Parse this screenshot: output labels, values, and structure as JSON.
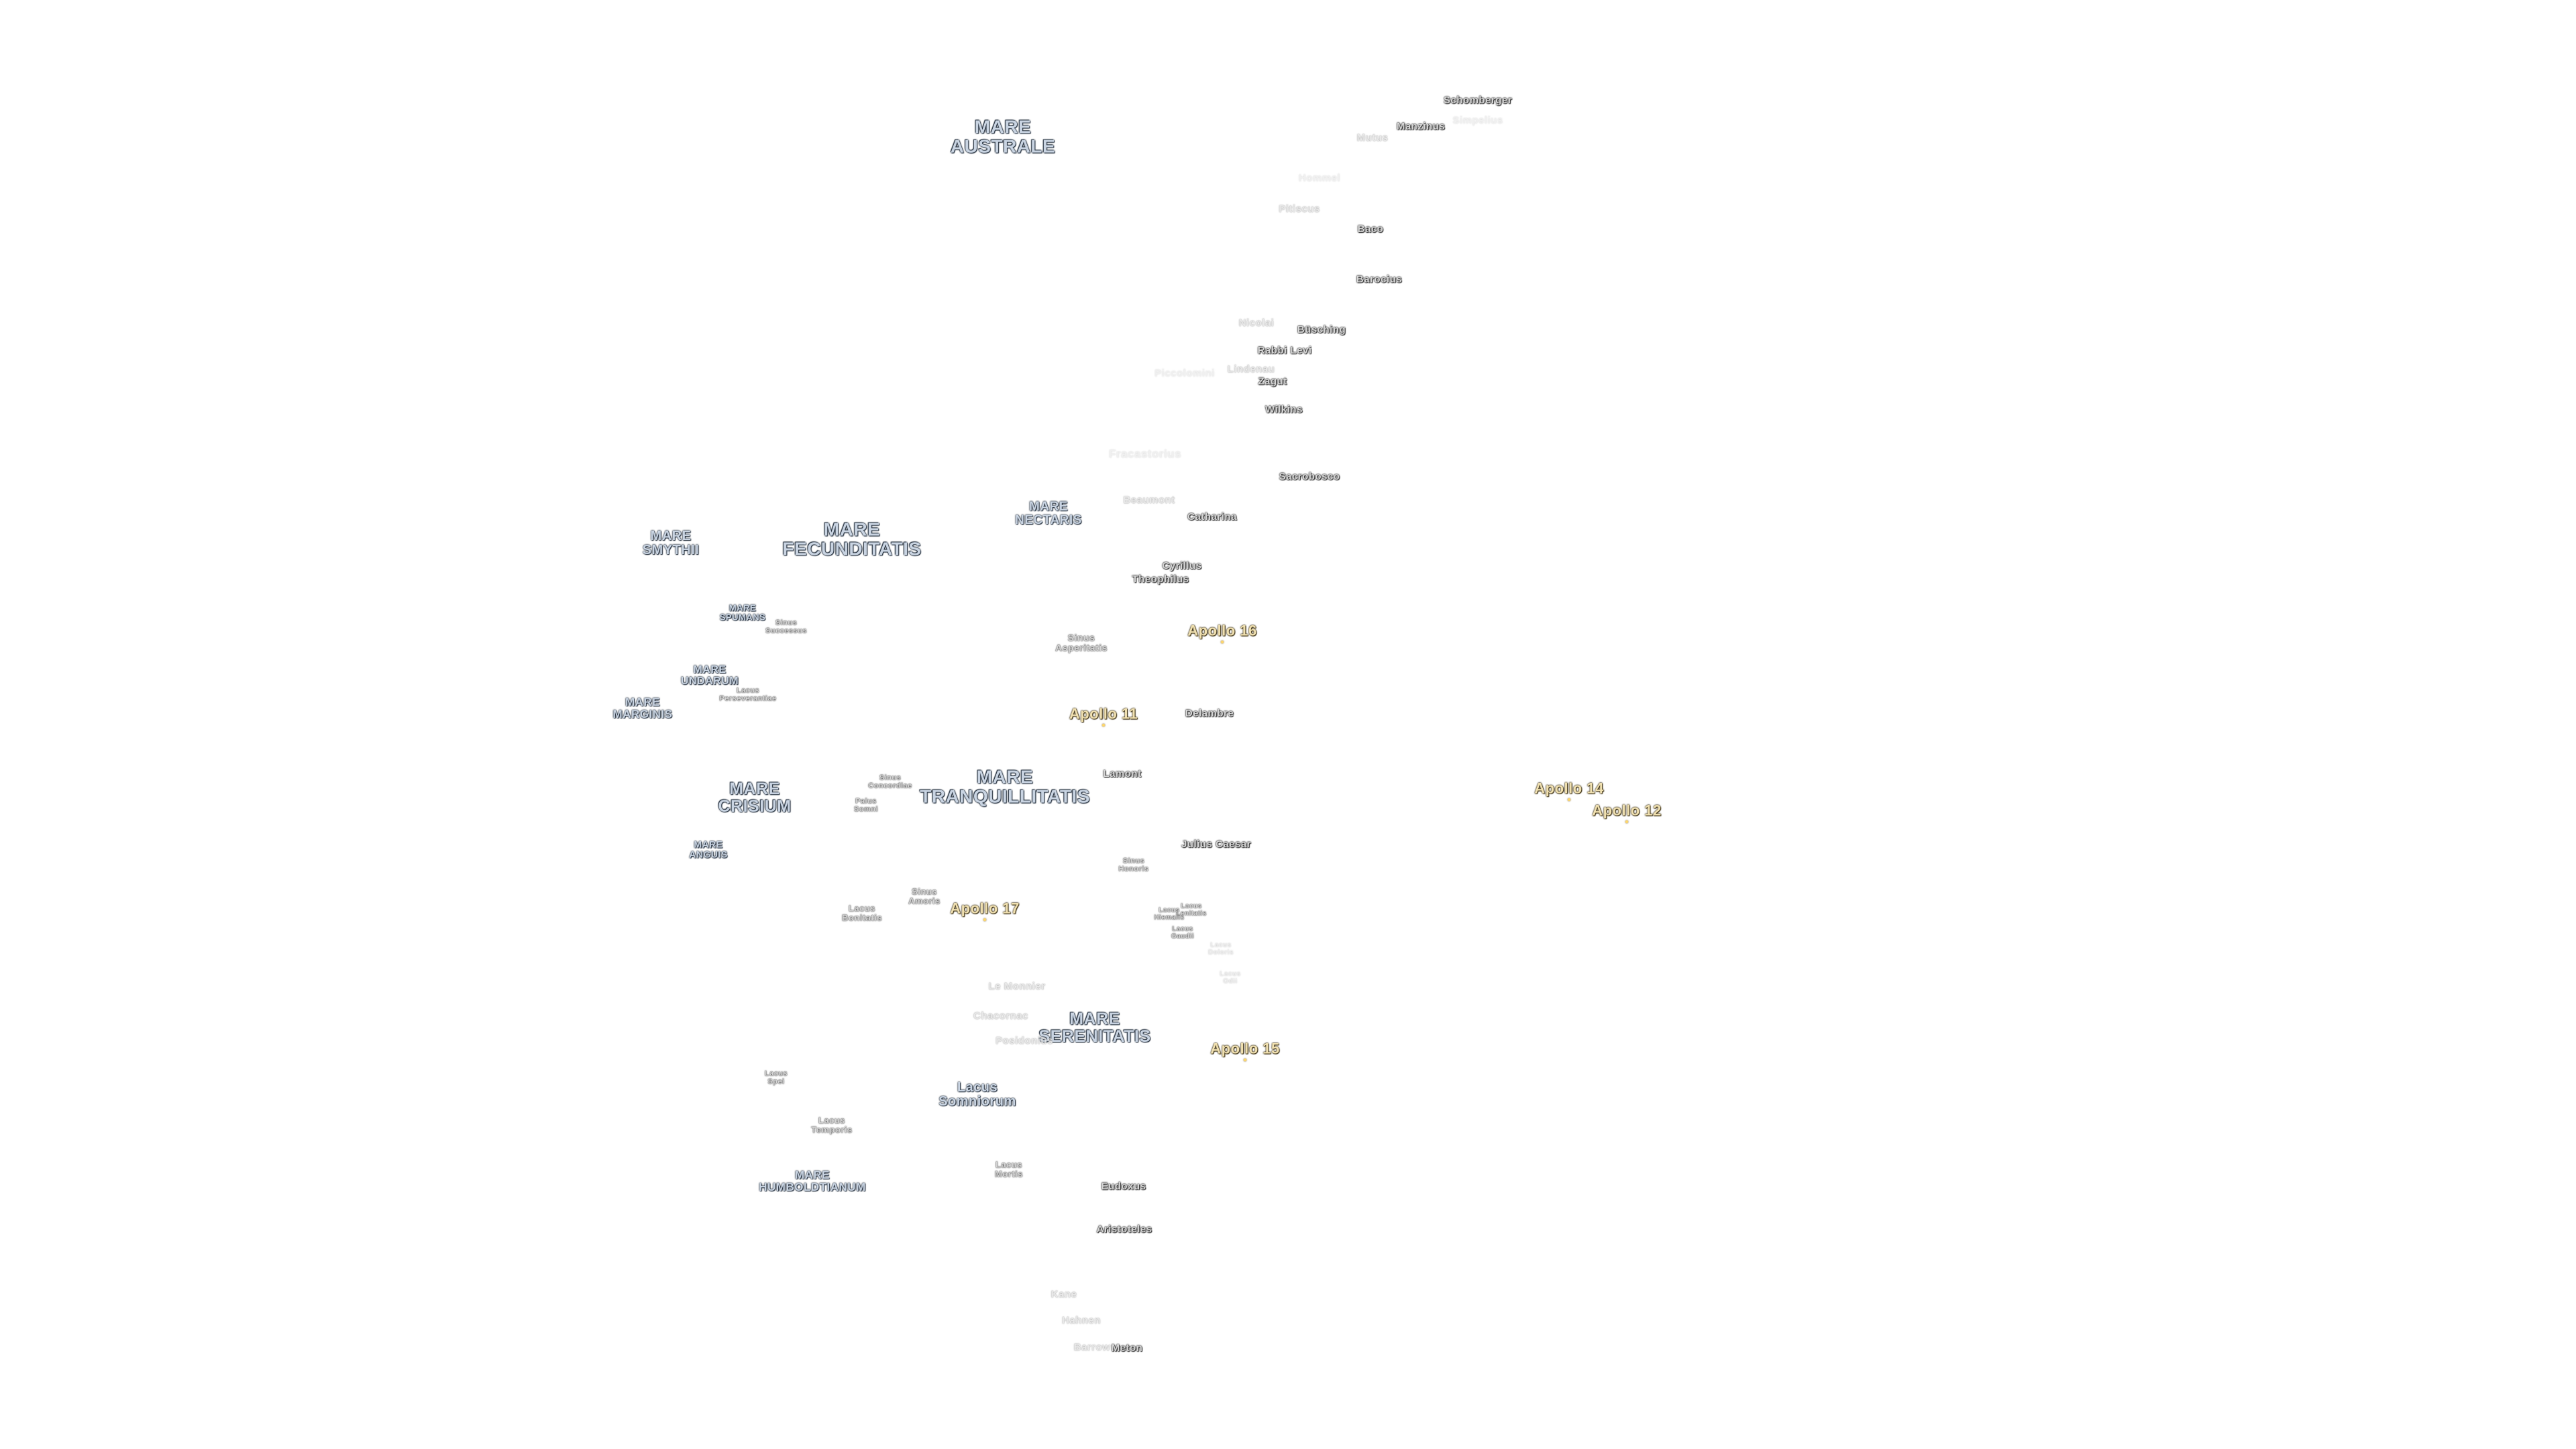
{
  "map": {
    "maria": {
      "australe": "MARE\nAUSTRALE",
      "smythii": "MARE\nSMYTHII",
      "fecunditatis": "MARE\nFECUNDITATIS",
      "nectaris": "MARE\nNECTARIS",
      "spumans": "MARE\nSPUMANS",
      "undarum": "MARE\nUNDARUM",
      "marginis": "MARE\nMARGINIS",
      "crisium": "MARE\nCRISIUM",
      "tranquillitatis": "MARE\nTRANQUILLITATIS",
      "anguis": "MARE\nANGUIS",
      "serenitatis": "MARE\nSERENITATIS",
      "humboldtianum": "MARE\nHUMBOLDTIANUM"
    },
    "lakes_bays": {
      "sinus_successus": "Sinus\nSuccessus",
      "lacus_perseverantiae": "Lacus\nPerseverantiae",
      "sinus_concordiae": "Sinus\nConcordiae",
      "palus_somni": "Palus\nSomni",
      "sinus_asperitatis": "Sinus\nAsperitatis",
      "sinus_amoris": "Sinus\nAmoris",
      "lacus_bonitatis": "Lacus\nBonitatis",
      "sinus_honoris": "Sinus\nHonoris",
      "lacus_spei": "Lacus\nSpei",
      "lacus_somniorum": "Lacus\nSomniorum",
      "lacus_temporis": "Lacus\nTemporis",
      "lacus_mortis": "Lacus\nMortis",
      "lacus_a": "Lacus\nLenitatis",
      "lacus_b": "Lacus\nHiemalis",
      "lacus_c": "Lacus\nGaudii",
      "lacus_d": "Lacus\nDoloris",
      "lacus_e": "Lacus\nOdii"
    },
    "craters": {
      "schomberger": "Schomberger",
      "manzinus": "Manzinus",
      "simpelius": "Simpelius",
      "mutus": "Mutus",
      "hommel": "Hommel",
      "pitiscus": "Pitiscus",
      "baco": "Baco",
      "barocius": "Barocius",
      "nicolai": "Nicolai",
      "buch": "Büsching",
      "rabbi_levi": "Rabbi Levi",
      "lindenau": "Lindenau",
      "zagut": "Zagut",
      "piccolomini": "Piccolomini",
      "wilkins": "Wilkins",
      "fracastorius": "Fracastorius",
      "sacrobosco": "Sacrobosco",
      "beaumont": "Beaumont",
      "catharina": "Catharina",
      "cyrillus": "Cyrillus",
      "theophilus": "Theophilus",
      "delambre": "Delambre",
      "lamont": "Lamont",
      "julius_caesar": "Julius Caesar",
      "le_monnier": "Le Monnier",
      "chacornac": "Chacornac",
      "posidonius": "Posidonius",
      "eudoxus": "Eudoxus",
      "aristoteles": "Aristoteles",
      "kane": "Kane",
      "democritus": "Hahnen",
      "barrow": "Barrow",
      "meton": "Meton"
    },
    "apollo": {
      "a11": "Apollo 11",
      "a12": "Apollo 12",
      "a14": "Apollo 14",
      "a15": "Apollo 15",
      "a16": "Apollo 16",
      "a17": "Apollo 17"
    }
  }
}
